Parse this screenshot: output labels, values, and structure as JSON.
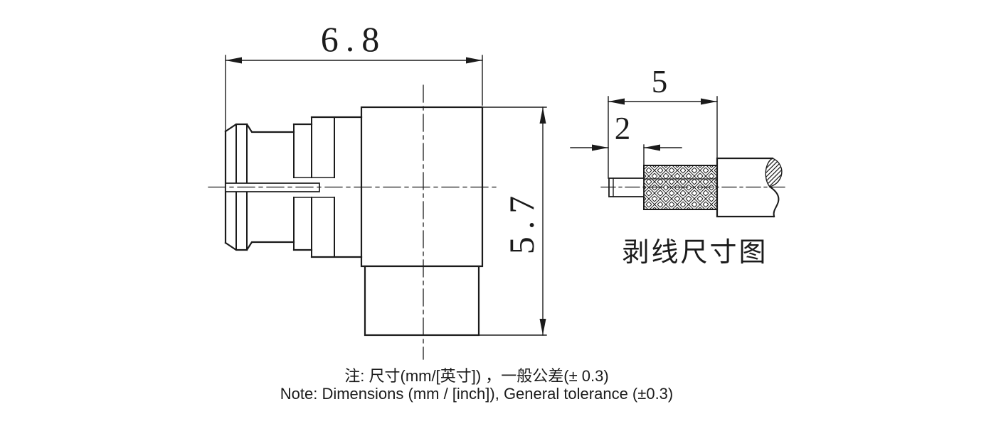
{
  "connector_view": {
    "width_dim": "6.8",
    "height_dim": "5.7"
  },
  "strip_view": {
    "total_strip_dim": "5",
    "conductor_dim": "2",
    "caption": "剥线尺寸图"
  },
  "notes": {
    "cn": "注: 尺寸(mm/[英寸]) ，一般公差(± 0.3)",
    "en": "Note: Dimensions (mm / [inch]), General tolerance (±0.3)"
  },
  "colors": {
    "line": "#1b1b1b",
    "background": "#ffffff"
  }
}
